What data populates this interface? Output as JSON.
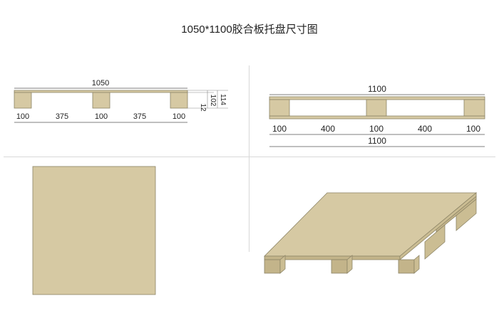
{
  "title": "1050*1100胶合板托盘尺寸图",
  "colors": {
    "wood": "#d6c9a3",
    "wood_dark": "#c3b48a",
    "wood_side": "#cbbd93",
    "edge": "#8c8466",
    "dim_line": "#555555"
  },
  "front_view": {
    "overall_width": "1050",
    "heights": [
      "114",
      "102",
      "12"
    ],
    "segments": [
      "100",
      "375",
      "100",
      "375",
      "100"
    ]
  },
  "side_view": {
    "overall_width_top": "1100",
    "segments": [
      "100",
      "400",
      "100",
      "400",
      "100"
    ],
    "overall_width_bottom": "1100"
  }
}
